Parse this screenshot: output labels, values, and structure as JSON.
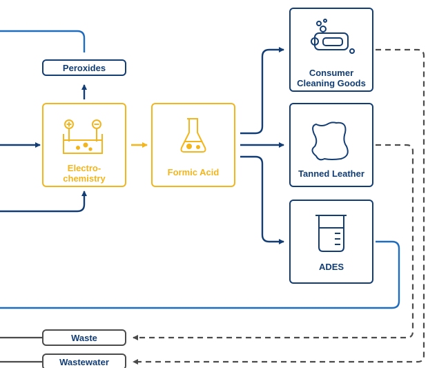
{
  "labels": {
    "peroxides": "Peroxides",
    "electro_line1": "Electro-",
    "electro_line2": "chemistry",
    "formic_acid": "Formic Acid",
    "consumer_line1": "Consumer",
    "consumer_line2": "Cleaning Goods",
    "tanned_leather": "Tanned Leather",
    "ades": "ADES",
    "waste": "Waste",
    "wastewater": "Wastewater"
  },
  "icons": {
    "electrochemistry": "electrochemistry-cell-icon",
    "formic_acid": "flask-icon",
    "consumer": "soap-bubbles-icon",
    "leather": "leather-hide-icon",
    "ades": "beaker-icon"
  },
  "colors": {
    "navy": "#123d74",
    "gold": "#f2b51d",
    "light_blue": "#1f6bbd",
    "gray": "#4a4a4a"
  }
}
